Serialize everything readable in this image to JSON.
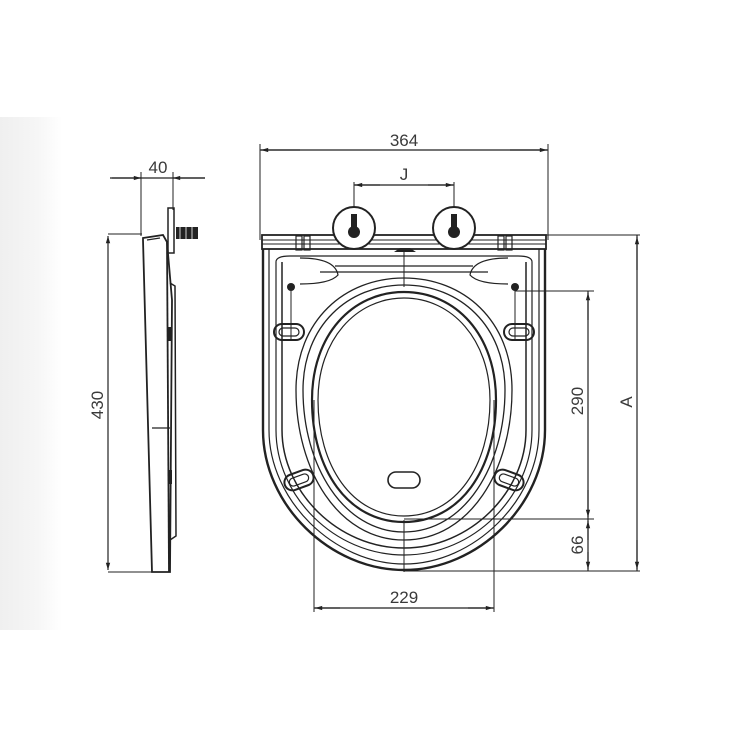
{
  "drawing": {
    "subject": "toilet seat dimension drawing",
    "views": [
      "side-view",
      "top-view"
    ],
    "colors": {
      "line": "#222222",
      "text": "#3a3a3a",
      "background": "#ffffff",
      "panel": "#efefef"
    }
  },
  "side_view": {
    "depth_label": "40",
    "height_label": "430"
  },
  "top_view": {
    "width_label": "364",
    "hinge_spacing_label": "J",
    "front_to_fixing_label": "290",
    "overall_length_label": "A",
    "front_offset_label": "66",
    "inner_width_label": "229"
  }
}
